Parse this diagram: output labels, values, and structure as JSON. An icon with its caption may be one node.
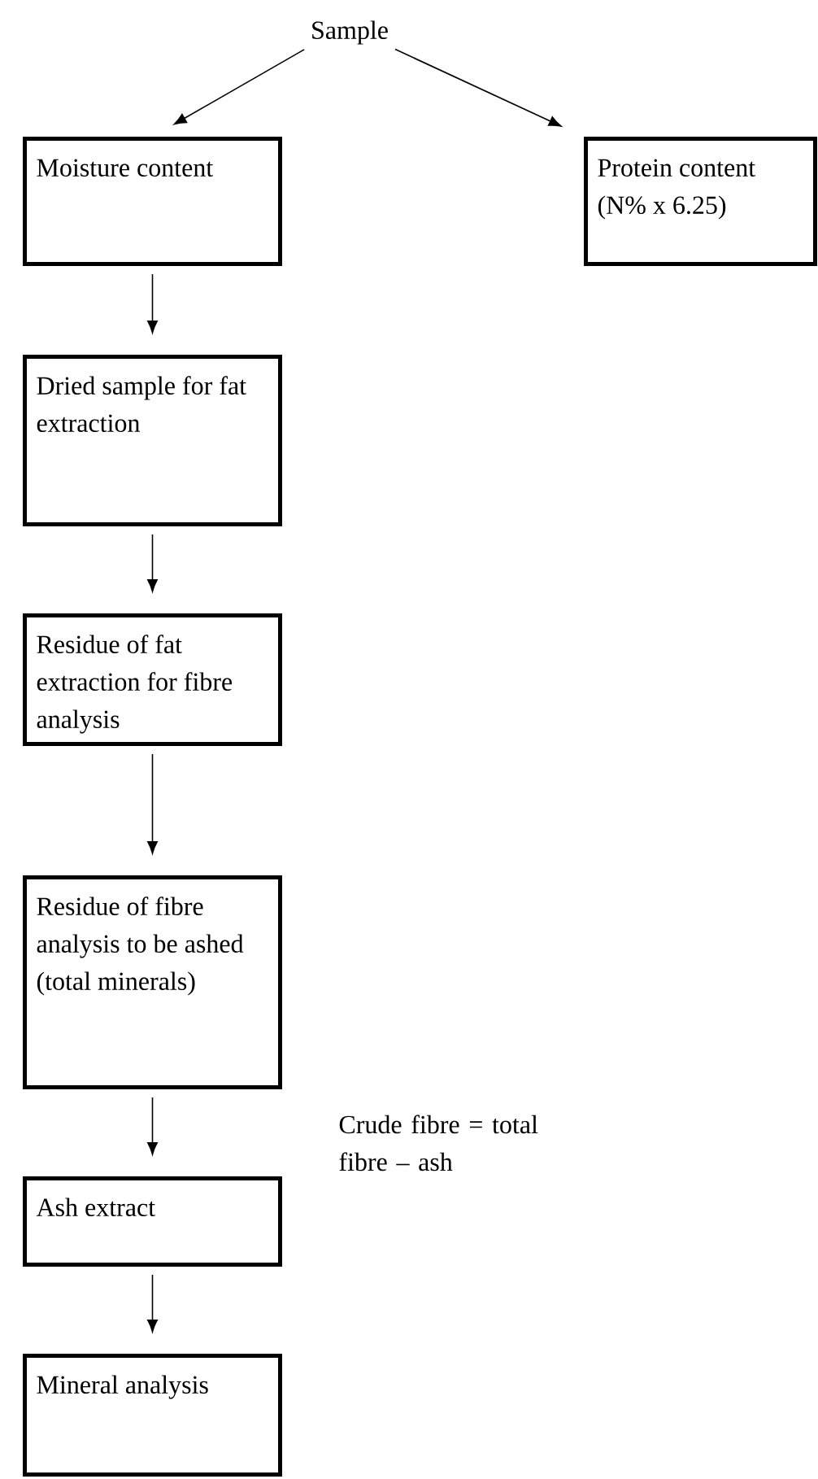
{
  "diagram": {
    "nodes": [
      {
        "text": [
          "Sample"
        ]
      },
      {
        "text": [
          "Moisture content"
        ]
      },
      {
        "text": [
          "Protein content (N% x 6.25)"
        ]
      },
      {
        "text": [
          "Dried sample for fat extraction"
        ]
      },
      {
        "text": [
          "Residue of fat extraction for fibre analysis"
        ]
      },
      {
        "text": [
          "Residue of fibre analysis to be ashed (total minerals)"
        ]
      },
      {
        "text": [
          "Ash extract"
        ]
      },
      {
        "text": [
          "Mineral analysis"
        ]
      }
    ],
    "edges": [
      {
        "from": 0,
        "to": 1,
        "arrow": "to"
      },
      {
        "from": 0,
        "to": 2,
        "arrow": "to"
      },
      {
        "from": 1,
        "to": 3,
        "arrow": "to"
      },
      {
        "from": 3,
        "to": 4,
        "arrow": "to"
      },
      {
        "from": 4,
        "to": 5,
        "arrow": "to"
      },
      {
        "from": 5,
        "to": 6,
        "arrow": "to"
      },
      {
        "from": 6,
        "to": 7,
        "arrow": "to"
      }
    ],
    "labels": [
      "Crude fibre = total fibre – ash"
    ]
  }
}
